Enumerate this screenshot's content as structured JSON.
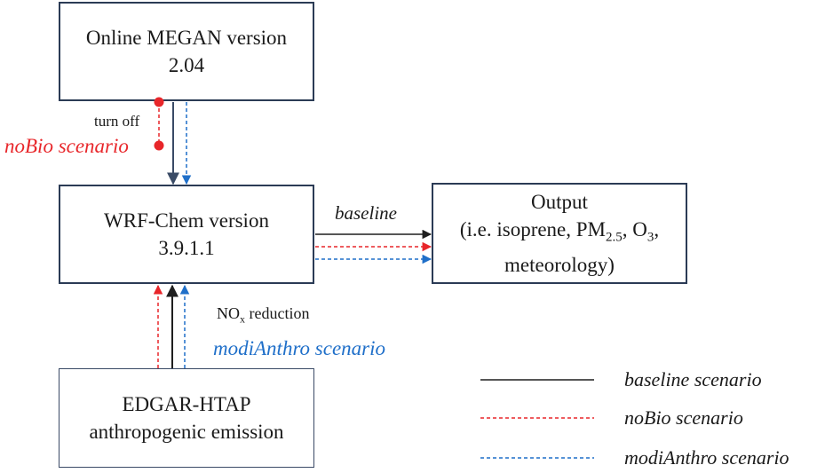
{
  "nodes": {
    "megan": {
      "line1": "Online MEGAN version",
      "line2": "2.04"
    },
    "wrf": {
      "line1": "WRF-Chem version",
      "line2": "3.9.1.1"
    },
    "output": {
      "line1": "Output",
      "line2_pre": "(i.e. isoprene, PM",
      "line2_sub1": "2.5",
      "line2_mid": ", O",
      "line2_sub2": "3",
      "line2_post": ",",
      "line3": "meteorology)"
    },
    "edgar": {
      "line1": "EDGAR-HTAP",
      "line2": "anthropogenic emission"
    }
  },
  "labels": {
    "turn_off": "turn off",
    "nobio_scenario": "noBio scenario",
    "baseline": "baseline",
    "nox_pre": "NO",
    "nox_sub": "x",
    "nox_post": " reduction",
    "modianthro_scenario": "modiAnthro scenario"
  },
  "legend": {
    "items": [
      {
        "label": "baseline scenario",
        "color": "#1f1f1f",
        "style": "solid"
      },
      {
        "label": "noBio scenario",
        "color": "#e8262a",
        "style": "dashed"
      },
      {
        "label": "modiAnthro scenario",
        "color": "#1f6fc9",
        "style": "dashed"
      }
    ]
  },
  "colors": {
    "baseline": "#1f1f1f",
    "megan_arrow": "#3a4b66",
    "nobio": "#e8262a",
    "modianthro": "#1f6fc9",
    "box_border": "#2b3b55"
  }
}
